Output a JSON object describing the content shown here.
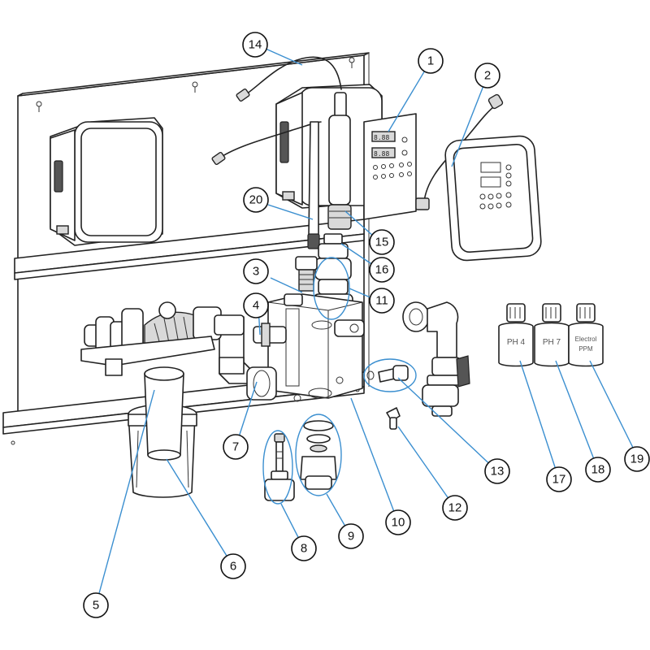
{
  "callouts": [
    {
      "id": "1",
      "label": "1"
    },
    {
      "id": "2",
      "label": "2"
    },
    {
      "id": "3",
      "label": "3"
    },
    {
      "id": "4",
      "label": "4"
    },
    {
      "id": "5",
      "label": "5"
    },
    {
      "id": "6",
      "label": "6"
    },
    {
      "id": "7",
      "label": "7"
    },
    {
      "id": "8",
      "label": "8"
    },
    {
      "id": "9",
      "label": "9"
    },
    {
      "id": "10",
      "label": "10"
    },
    {
      "id": "11",
      "label": "11"
    },
    {
      "id": "12",
      "label": "12"
    },
    {
      "id": "13",
      "label": "13"
    },
    {
      "id": "14",
      "label": "14"
    },
    {
      "id": "15",
      "label": "15"
    },
    {
      "id": "16",
      "label": "16"
    },
    {
      "id": "17",
      "label": "17"
    },
    {
      "id": "18",
      "label": "18"
    },
    {
      "id": "19",
      "label": "19"
    },
    {
      "id": "20",
      "label": "20"
    }
  ],
  "bottles": {
    "ph4": "PH 4",
    "ph7": "PH 7",
    "electrolyte_line1": "Electrol",
    "electrolyte_line2": "PPM"
  },
  "colors": {
    "leader": "#3b8fd0",
    "outline": "#222222",
    "background": "#ffffff"
  }
}
